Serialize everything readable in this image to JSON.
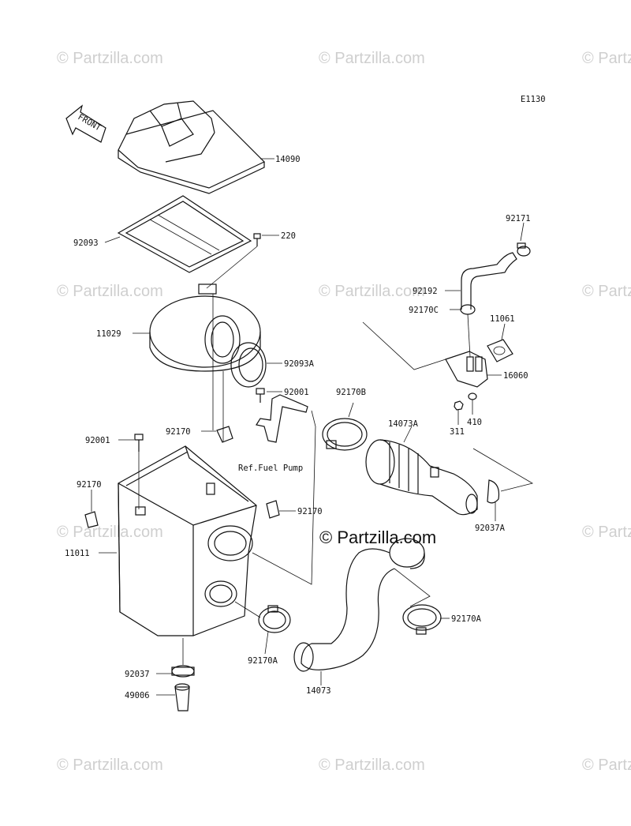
{
  "diagram_code": "E1130",
  "front_label": "FRONT",
  "reference_note": "Ref.Fuel Pump",
  "watermark": "© Partzilla.com",
  "watermark_center": "© Partzilla.com",
  "parts": {
    "p14090": "14090",
    "p92093": "92093",
    "p220": "220",
    "p11029": "11029",
    "p92093a": "92093A",
    "p92001_top": "92001",
    "p92001_left": "92001",
    "p92170_mid": "92170",
    "p92170_left": "92170",
    "p92170_right": "92170",
    "p92170b": "92170B",
    "p14073a": "14073A",
    "p11011": "11011",
    "p92037": "92037",
    "p49006": "49006",
    "p92170a_left": "92170A",
    "p92170a_right": "92170A",
    "p14073": "14073",
    "p92037a": "92037A",
    "p92171": "92171",
    "p92192": "92192",
    "p92170c": "92170C",
    "p11061": "11061",
    "p16060": "16060",
    "p311": "311",
    "p410": "410"
  }
}
